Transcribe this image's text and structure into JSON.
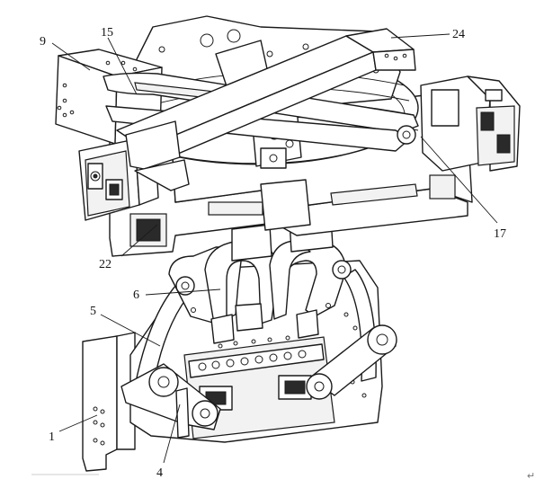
{
  "callouts": [
    {
      "id": "c-9",
      "text": "9"
    },
    {
      "id": "c-15",
      "text": "15"
    },
    {
      "id": "c-24",
      "text": "24"
    },
    {
      "id": "c-17",
      "text": "17"
    },
    {
      "id": "c-22",
      "text": "22"
    },
    {
      "id": "c-6",
      "text": "6"
    },
    {
      "id": "c-5",
      "text": "5"
    },
    {
      "id": "c-1",
      "text": "1"
    },
    {
      "id": "c-4",
      "text": "4"
    }
  ],
  "corner_mark": "↵",
  "colors": {
    "line": "#1a1a1a",
    "label_22": "#4a4a7a",
    "background": "#ffffff"
  }
}
